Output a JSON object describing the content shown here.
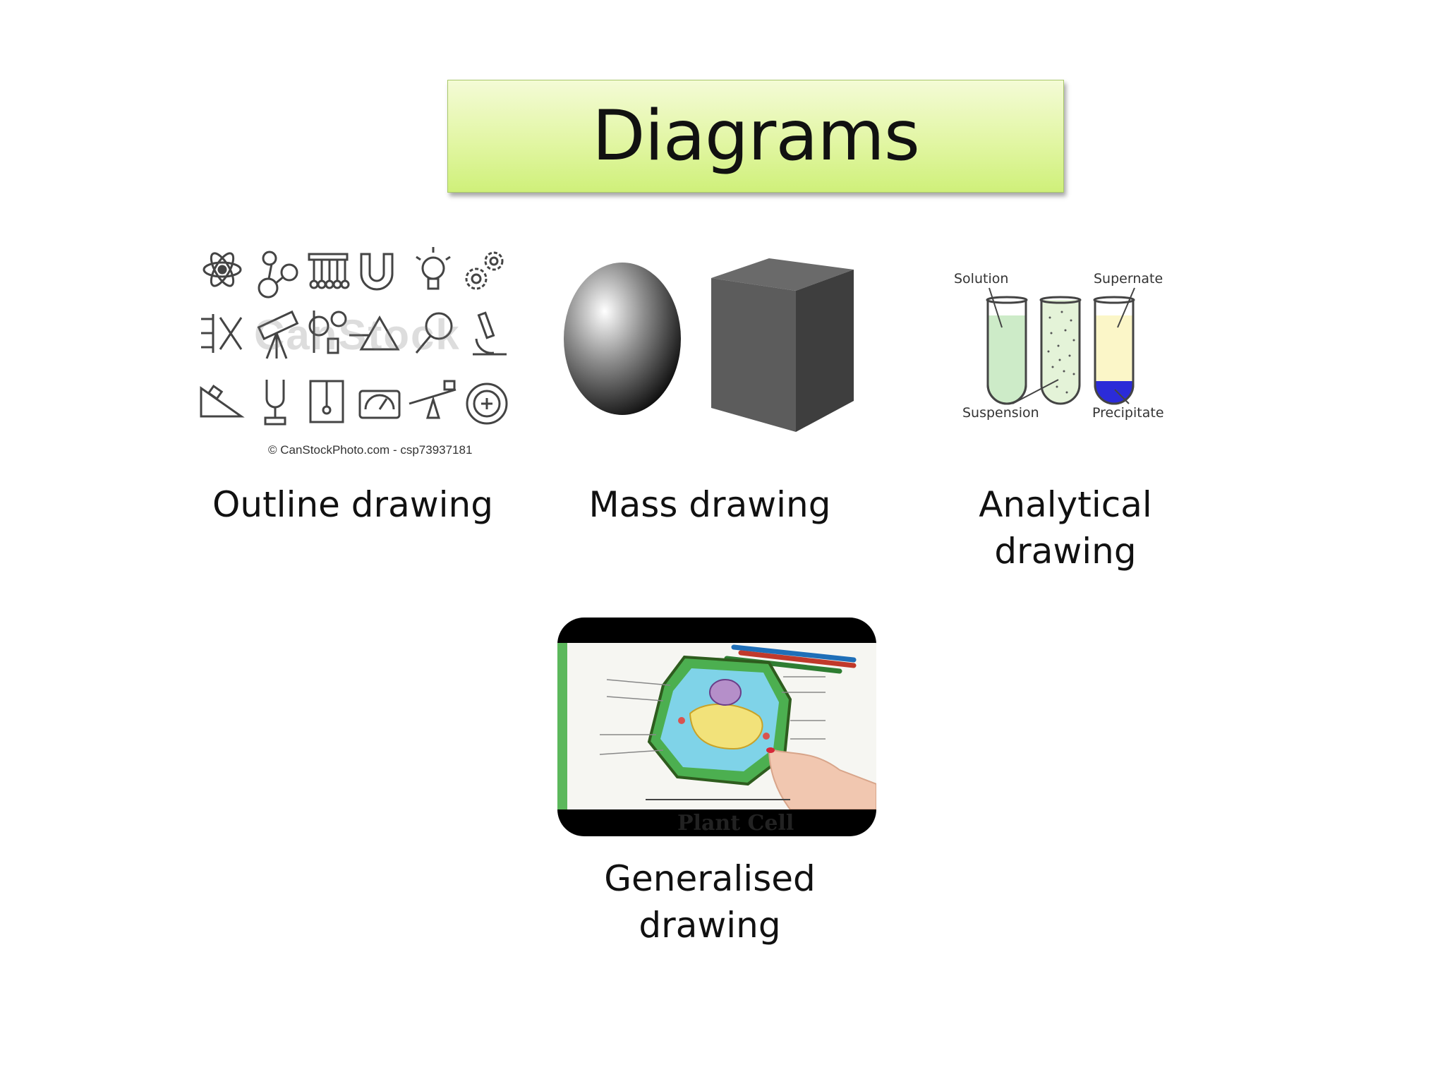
{
  "slide": {
    "title": "Diagrams",
    "items": [
      {
        "key": "outline",
        "caption": "Outline drawing",
        "credit": "© CanStockPhoto.com - csp73937181",
        "watermark": "CanStock"
      },
      {
        "key": "mass",
        "caption": "Mass drawing"
      },
      {
        "key": "analytical",
        "caption_line1": "Analytical",
        "caption_line2": "drawing",
        "tube_labels": {
          "solution": "Solution",
          "supernate": "Supernate",
          "suspension": "Suspension",
          "precipitate": "Precipitate"
        }
      },
      {
        "key": "generalised",
        "caption_line1": "Generalised",
        "caption_line2": "drawing",
        "image_label": "Plant Cell"
      }
    ]
  },
  "colors": {
    "title_box_top": "#f4fbd6",
    "title_box_bottom": "#cff07a",
    "solution_fill": "#cdebc8",
    "supernate_fill": "#fbf6c8",
    "precipitate_fill": "#2b2bd8"
  },
  "icons": [
    "atom-icon",
    "molecule-icon",
    "newtons-cradle-icon",
    "magnet-icon",
    "bulb-icon",
    "gears-icon",
    "circuit-icon",
    "telescope-icon",
    "pulley-icon",
    "prism-icon",
    "magnifier-icon",
    "microscope-icon",
    "incline-icon",
    "tuning-fork-icon",
    "pendulum-icon",
    "meter-icon",
    "seesaw-icon",
    "target-icon"
  ]
}
